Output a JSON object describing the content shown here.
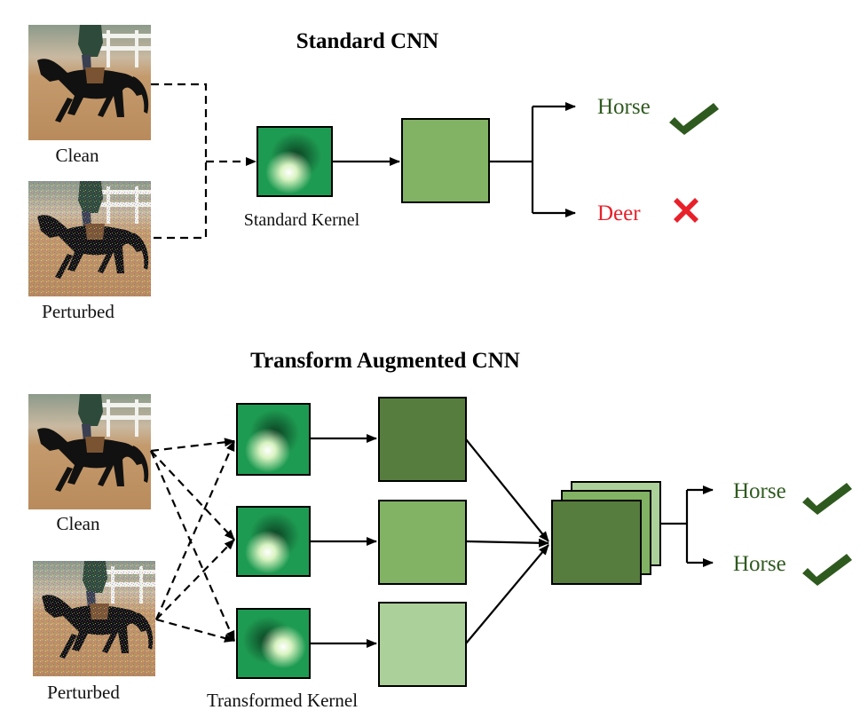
{
  "titles": {
    "standard": "Standard CNN",
    "augmented": "Transform Augmented CNN"
  },
  "standard": {
    "clean_label": "Clean",
    "perturbed_label": "Perturbed",
    "kernel_label": "Standard Kernel",
    "outputs": [
      {
        "label": "Horse",
        "correct": true
      },
      {
        "label": "Deer",
        "correct": false
      }
    ]
  },
  "augmented": {
    "clean_label": "Clean",
    "perturbed_label": "Perturbed",
    "kernel_label": "Transformed Kernel",
    "outputs": [
      {
        "label": "Horse",
        "correct": true
      },
      {
        "label": "Horse",
        "correct": true
      }
    ]
  },
  "colors": {
    "correct_text": "#2f5a1f",
    "wrong_text": "#e8202a",
    "check": "#2f5a1f",
    "cross": "#e8202a",
    "feature_dark": "#567d3e",
    "feature_mid": "#82b263",
    "feature_light": "#acd09a",
    "kernel_green": "#1e9b52"
  }
}
